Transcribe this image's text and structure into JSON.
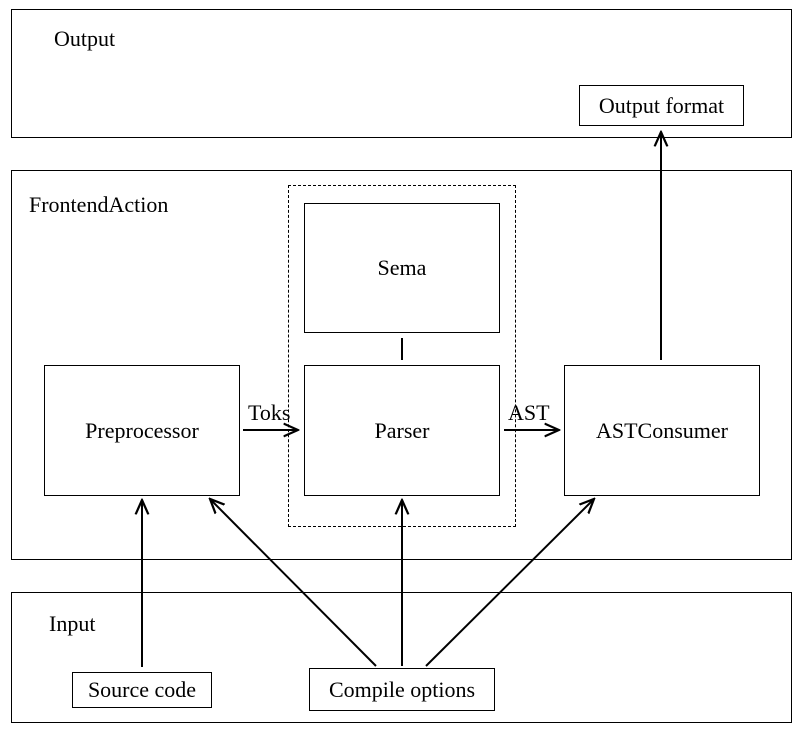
{
  "regions": {
    "output": "Output",
    "frontend": "FrontendAction",
    "input": "Input"
  },
  "nodes": {
    "output_format": "Output format",
    "sema": "Sema",
    "preprocessor": "Preprocessor",
    "parser": "Parser",
    "astconsumer": "ASTConsumer",
    "source_code": "Source code",
    "compile_options": "Compile options"
  },
  "edges": {
    "toks": "Toks",
    "ast": "AST"
  }
}
